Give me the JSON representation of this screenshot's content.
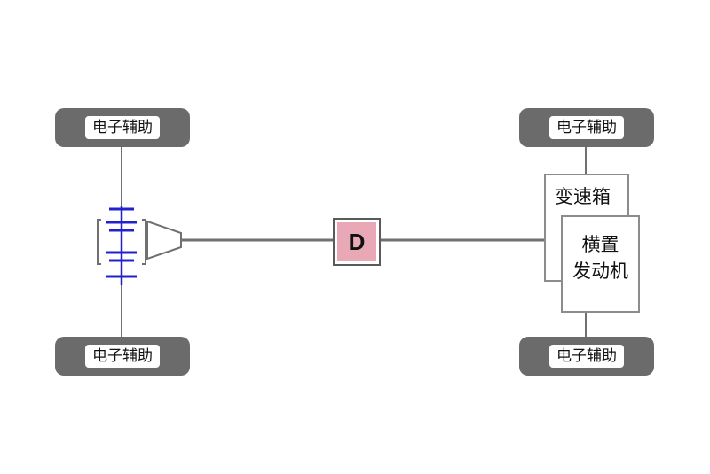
{
  "wheels": {
    "front_left": {
      "label": "电子辅助"
    },
    "rear_left": {
      "label": "电子辅助"
    },
    "front_right": {
      "label": "电子辅助"
    },
    "rear_right": {
      "label": "电子辅助"
    }
  },
  "gearbox": {
    "label": "变速箱"
  },
  "engine": {
    "label": "横置\n发动机"
  },
  "differential": {
    "label": "D"
  },
  "colors": {
    "wheel": "#6b6b6b",
    "shaft": "#707070",
    "differential_fill": "#e8a8b6",
    "coupling": "#2222cc"
  }
}
